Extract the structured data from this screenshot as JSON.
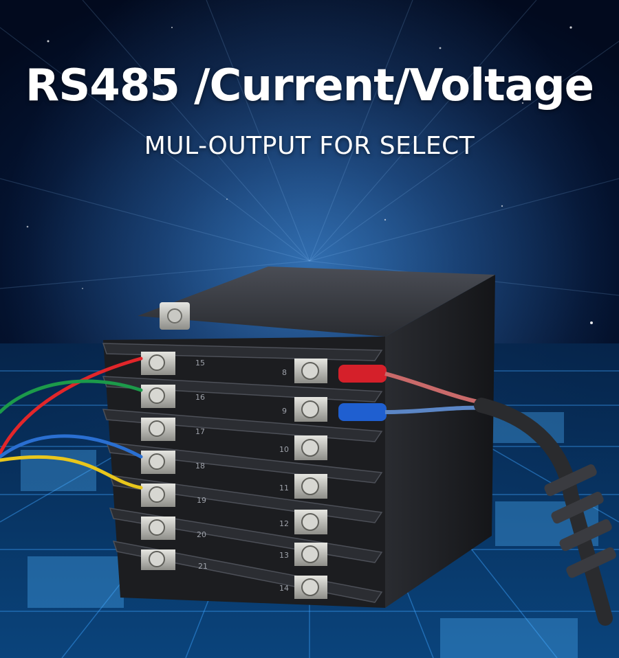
{
  "headline": {
    "title": "RS485 /Current/Voltage",
    "subtitle": "MUL-OUTPUT FOR SELECT"
  },
  "device": {
    "left_terminal_numbers": [
      "15",
      "16",
      "17",
      "18",
      "19",
      "20",
      "21"
    ],
    "right_terminal_numbers": [
      "8",
      "9",
      "10",
      "11",
      "12",
      "13",
      "14"
    ]
  },
  "colors": {
    "wire_red": "#e2262a",
    "wire_green": "#1c9a4a",
    "wire_blue": "#2a6fd1",
    "wire_yellow": "#e8c61c",
    "housing": "#1c1d20",
    "terminal_metal": "#b9b9b4"
  }
}
